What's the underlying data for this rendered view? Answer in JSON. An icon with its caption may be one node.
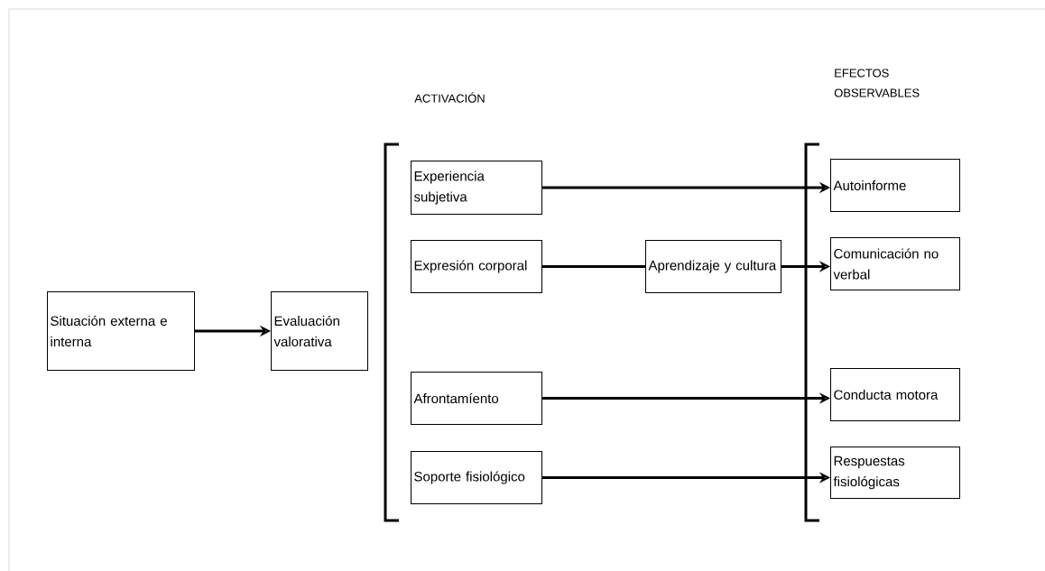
{
  "diagram": {
    "nodes": [
      {
        "text": [
          "Situación externa e interna"
        ]
      },
      {
        "text": [
          "Evaluación valorativa"
        ]
      },
      {
        "text": [
          "Experiencia subjetiva"
        ]
      },
      {
        "text": [
          "Expresión corporal"
        ]
      },
      {
        "text": [
          "Aprendizaje y cultura"
        ]
      },
      {
        "text": [
          "Afrontamíento"
        ]
      },
      {
        "text": [
          "Soporte fisiológico"
        ]
      },
      {
        "text": [
          "Autoinforme"
        ]
      },
      {
        "text": [
          "Comunicación no verbal"
        ]
      },
      {
        "text": [
          "Conducta motora"
        ]
      },
      {
        "text": [
          "Respuestas fisiológicas"
        ]
      }
    ],
    "edges": [
      {
        "from": 0,
        "to": 1,
        "arrow": "to"
      },
      {
        "from": 2,
        "to": 7,
        "arrow": "to"
      },
      {
        "from": 3,
        "to": 4,
        "arrow": "none"
      },
      {
        "from": 4,
        "to": 8,
        "arrow": "to"
      },
      {
        "from": 5,
        "to": 9,
        "arrow": "to"
      },
      {
        "from": 6,
        "to": 10,
        "arrow": "to"
      }
    ],
    "labels": [
      "ACTIVACIÓN",
      "EFECTOS OBSERVABLES"
    ]
  }
}
